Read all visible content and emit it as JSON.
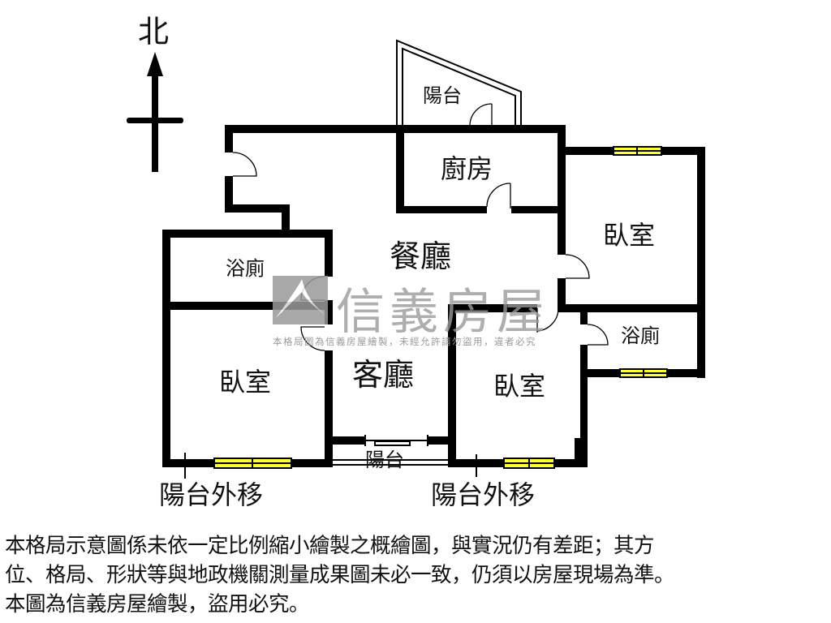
{
  "compass": {
    "north_label": "北",
    "icon": "north-arrow-icon"
  },
  "rooms": {
    "balcony_top": "陽台",
    "kitchen": "廚房",
    "dining": "餐廳",
    "bathroom_left": "浴廁",
    "bedroom_left": "臥室",
    "living": "客廳",
    "bedroom_center": "臥室",
    "bedroom_right": "臥室",
    "bathroom_right": "浴廁",
    "balcony_bottom": "陽台"
  },
  "annotations": {
    "balcony_moved_left": "陽台外移",
    "balcony_moved_right": "陽台外移"
  },
  "watermark": {
    "brand": "信義房屋",
    "notice": "本格局圖為信義房屋繪製，未經允許請勿盜用，違者必究"
  },
  "colors": {
    "wall": "#000000",
    "window_fill": "#ffff33",
    "watermark_gray": "#9a9a9a",
    "background": "#ffffff"
  },
  "disclaimer": {
    "line1": "本格局示意圖係未依一定比例縮小繪製之概繪圖，與實況仍有差距；其方",
    "line2": "位、格局、形狀等與地政機關測量成果圖未必一致，仍須以房屋現場為準。",
    "line3": "本圖為信義房屋繪製，盜用必究。"
  }
}
